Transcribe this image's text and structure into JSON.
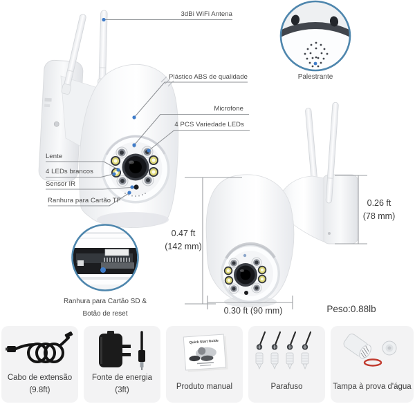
{
  "camera_front": {
    "labels": {
      "antenna": "3dBi WiFi Antena",
      "plastic": "Plástico ABS de qualidade",
      "microphone": "Microfone",
      "leds_variety": "4 PCS Variedade LEDs",
      "lens": "Lente",
      "white_leds": "4 LEDs brancos",
      "ir_sensor": "Sensor IR",
      "tf_slot": "Ranhura para Cartão TF"
    }
  },
  "speaker_inset": {
    "label": "Palestrante"
  },
  "sd_inset": {
    "label_line1": "Ranhura para Cartão SD &",
    "label_line2": "Botão de reset"
  },
  "dimensions": {
    "height_ft": "0.47 ft",
    "height_mm": "(142 mm)",
    "depth_ft": "0.26 ft",
    "depth_mm": "(78 mm)",
    "width_ft_mm": "0.30 ft (90 mm)",
    "weight": "Peso:0.88lb"
  },
  "accessories": [
    {
      "name": "extension-cable",
      "label": "Cabo de extensão",
      "sub": "(9.8ft)"
    },
    {
      "name": "power-adapter",
      "label": "Fonte de energia",
      "sub": "(3ft)"
    },
    {
      "name": "product-manual",
      "label": "Produto manual",
      "sub": "",
      "doc_title": "Quick Start Guide"
    },
    {
      "name": "screws-anchors",
      "label": "Parafuso",
      "sub": ""
    },
    {
      "name": "waterproof-cap",
      "label": "Tampa à prova d'água",
      "sub": ""
    }
  ],
  "colors": {
    "callout_dot": "#3f7cc9",
    "inset_border": "#4e86ad",
    "leader_line": "#8f9296",
    "o_ring_red": "#c13b2f",
    "led_yellow": "#ded878",
    "background": "#ffffff"
  }
}
